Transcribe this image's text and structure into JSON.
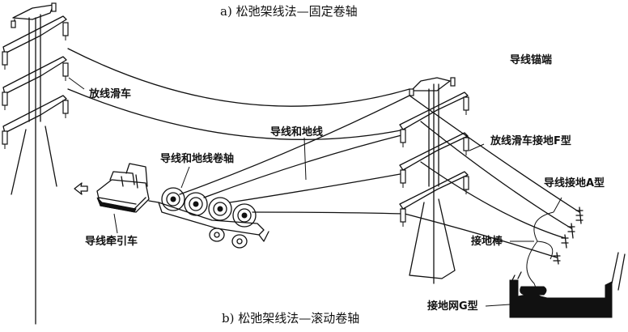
{
  "captions": {
    "top": "a) 松弛架线法—固定卷轴",
    "bottom": "b) 松弛架线法—滚动卷轴"
  },
  "labels": {
    "stringing_block": "放线滑车",
    "conductor_and_ground_wire": "导线和地线",
    "reels": "导线和地线卷轴",
    "puller_vehicle": "导线牵引车",
    "conductor_anchor_end": "导线锚端",
    "block_ground_F": "放线滑车接地F型",
    "conductor_ground_A": "导线接地A型",
    "ground_rod": "接地棒",
    "ground_grid_G": "接地网G型"
  },
  "icons": {
    "direction_arrow": "arrow-left-outline-icon"
  }
}
